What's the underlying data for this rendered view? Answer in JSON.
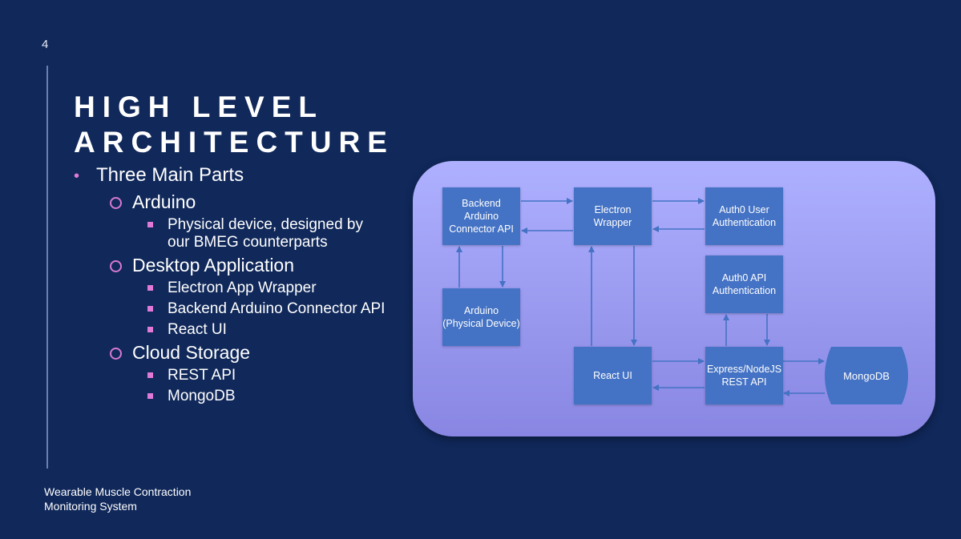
{
  "slide": {
    "number": "4",
    "title_line1": "HIGH LEVEL",
    "title_line2": "ARCHITECTURE",
    "footer_line1": "Wearable Muscle Contraction",
    "footer_line2": "Monitoring System"
  },
  "bullets": {
    "main": "Three Main Parts",
    "arduino": "Arduino",
    "arduino_1a": "Physical device, designed by",
    "arduino_1b": "our BMEG counterparts",
    "desktop": "Desktop Application",
    "desktop_1": "Electron App Wrapper",
    "desktop_2": "Backend Arduino Connector API",
    "desktop_3": "React UI",
    "cloud": "Cloud Storage",
    "cloud_1": "REST API",
    "cloud_2": "MongoDB"
  },
  "diagram": {
    "backend_l1": "Backend",
    "backend_l2": "Arduino",
    "backend_l3": "Connector API",
    "electron_l1": "Electron",
    "electron_l2": "Wrapper",
    "auth0user_l1": "Auth0 User",
    "auth0user_l2": "Authentication",
    "auth0api_l1": "Auth0 API",
    "auth0api_l2": "Authentication",
    "arduino_l1": "Arduino",
    "arduino_l2": "(Physical Device)",
    "react": "React UI",
    "express_l1": "Express/NodeJS",
    "express_l2": "REST API",
    "mongodb": "MongoDB"
  },
  "colors": {
    "background": "#10285a",
    "accent": "#e07ad8",
    "node": "#4472c4",
    "panel_top": "#aeb0ff",
    "panel_bottom": "#8886e2"
  }
}
